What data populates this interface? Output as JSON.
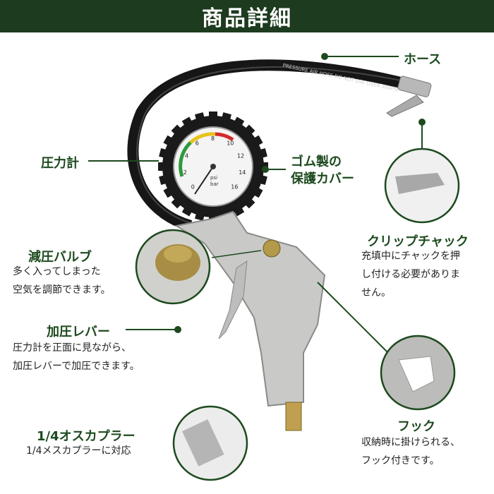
{
  "header": {
    "title": "商品詳細"
  },
  "colors": {
    "header_bg": "#1d3b1e",
    "label_green": "#1d4a1e",
    "leader_line": "#1d4a1e"
  },
  "callouts": {
    "hose": {
      "label": "ホース"
    },
    "gauge": {
      "label": "圧力計"
    },
    "rubber_cover": {
      "label_line1": "ゴム製の",
      "label_line2": "保護カバー"
    },
    "clip_chuck": {
      "label": "クリップチャック",
      "desc_line1": "充填中にチャックを押",
      "desc_line2": "し付ける必要がありま",
      "desc_line3": "せん。"
    },
    "relief_valve": {
      "label": "減圧バルブ",
      "desc_line1": "多く入ってしまった",
      "desc_line2": "空気を調節できます。"
    },
    "lever": {
      "label": "加圧レバー",
      "desc_line1": "圧力計を正面に見ながら、",
      "desc_line2": "加圧レバーで加圧できます。"
    },
    "coupler": {
      "label": "1/4オスカプラー",
      "desc_line1": "1/4メスカプラーに対応"
    },
    "hook": {
      "label": "フック",
      "desc_line1": "収納時に掛けられる、",
      "desc_line2": "フック付きです。"
    }
  },
  "product": {
    "hose_print": "PRESSURE AIR HOSE DO NOT USE OVER 300PSI",
    "gauge_unit_psi": "psi",
    "gauge_unit_bar": "bar",
    "gauge_ticks": [
      "0",
      "2",
      "4",
      "6",
      "8",
      "10",
      "12",
      "14",
      "16"
    ]
  }
}
